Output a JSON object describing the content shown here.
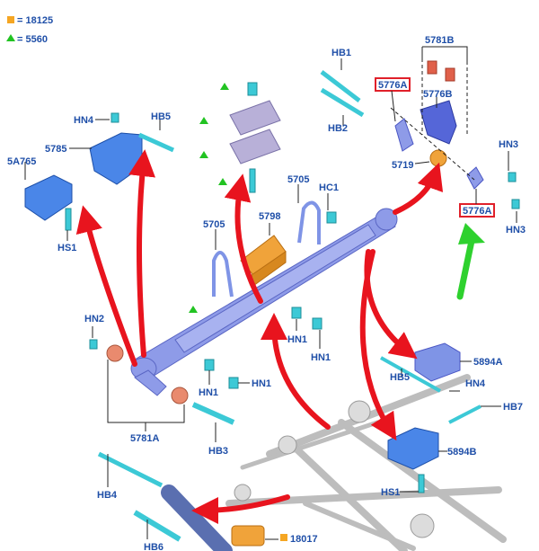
{
  "legend": [
    {
      "marker": "square",
      "color": "#f5a623",
      "text": "= 18125"
    },
    {
      "marker": "triangle",
      "color": "#22c322",
      "text": "= 5560"
    }
  ],
  "labels": {
    "hb1": "HB1",
    "hb2": "HB2",
    "l5776a_top": "5776A",
    "l5781b": "5781B",
    "l5776b": "5776B",
    "l5719": "5719",
    "hn3_a": "HN3",
    "hn3_b": "HN3",
    "l5776a_right": "5776A",
    "hn4_top": "HN4",
    "hb5_top": "HB5",
    "l5785": "5785",
    "l5a765": "5A765",
    "hs1_left": "HS1",
    "l5705_left": "5705",
    "l5798": "5798",
    "l5705_right": "5705",
    "hc1": "HC1",
    "hn1_a": "HN1",
    "hn1_b": "HN1",
    "hn1_c": "HN1",
    "hn1_d": "HN1",
    "hn2": "HN2",
    "l5781a": "5781A",
    "hb3": "HB3",
    "l5894a": "5894A",
    "hb5_bottom": "HB5",
    "hn4_bottom": "HN4",
    "hb7": "HB7",
    "l5894b": "5894B",
    "hs1_bottom": "HS1",
    "hb4": "HB4",
    "hb6": "HB6",
    "l18017": "18017"
  },
  "colors": {
    "spring": "#8e9be8",
    "bracket": "#4a86e8",
    "fastener": "#3cc9d6",
    "bushing": "#e98a6e",
    "arrow_red": "#e8141e",
    "arrow_green": "#2ed12e",
    "leader": "#222222",
    "label": "#1f4fa8",
    "axle": "#c8c8c8",
    "orange_part": "#f0a33a"
  },
  "icons": [
    "leaf-spring",
    "shackle",
    "u-bolt",
    "bushing",
    "bolt",
    "nut",
    "bracket",
    "axle",
    "shock-absorber"
  ]
}
